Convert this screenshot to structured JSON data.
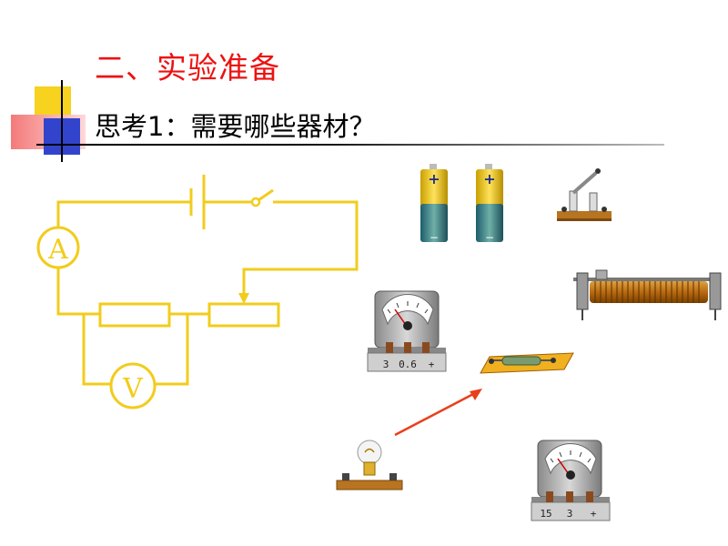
{
  "heading": {
    "title": "二、实验准备",
    "question": "思考1：需要哪些器材？"
  },
  "circuit": {
    "ammeter_label": "A",
    "voltmeter_label": "V",
    "wire_color": "#f2cc1c"
  },
  "equipment": {
    "ammeter_terminals": [
      "3",
      "0.6",
      "+"
    ],
    "voltmeter_terminals": [
      "15",
      "3",
      "+"
    ]
  },
  "colors": {
    "title": "#ee1111",
    "arrow": "#e8401c",
    "deco_yellow": "#f7d21e",
    "deco_blue": "#3344cc",
    "deco_pink": "#f08080"
  }
}
